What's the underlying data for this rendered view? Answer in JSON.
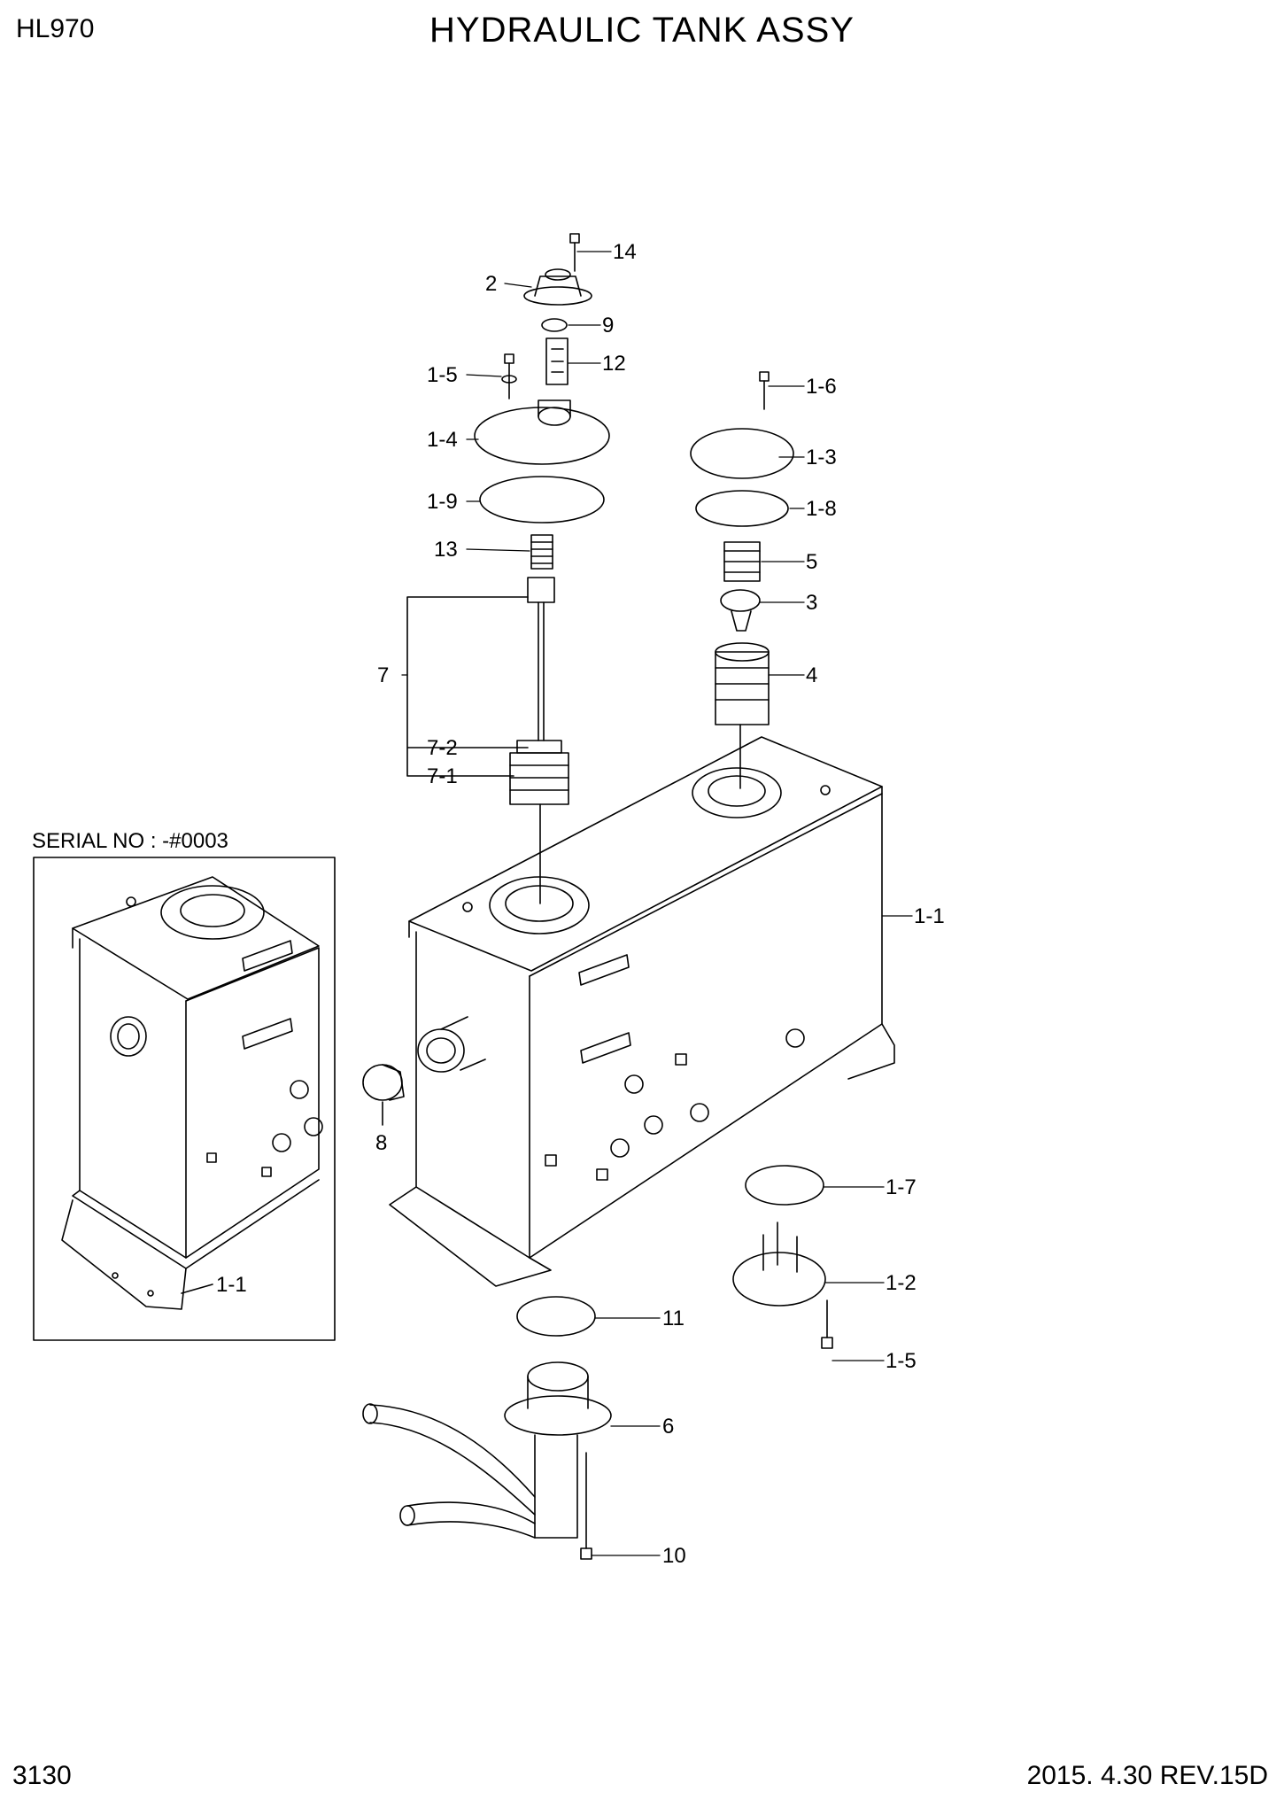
{
  "header": {
    "model": "HL970",
    "title": "HYDRAULIC TANK ASSY"
  },
  "footer": {
    "page": "3130",
    "revision": "2015. 4.30  REV.15D"
  },
  "inset": {
    "caption": "SERIAL NO : -#0003",
    "label": "1-1"
  },
  "callouts": {
    "c14": "14",
    "c2": "2",
    "c9": "9",
    "c12": "12",
    "c1_5a": "1-5",
    "c1_4": "1-4",
    "c1_9": "1-9",
    "c13": "13",
    "c7": "7",
    "c7_2": "7-2",
    "c7_1": "7-1",
    "c1_6": "1-6",
    "c1_3": "1-3",
    "c1_8": "1-8",
    "c5": "5",
    "c3": "3",
    "c4": "4",
    "c1_1": "1-1",
    "c8": "8",
    "c1_7": "1-7",
    "c1_2": "1-2",
    "c1_5b": "1-5",
    "c11": "11",
    "c6": "6",
    "c10": "10"
  }
}
